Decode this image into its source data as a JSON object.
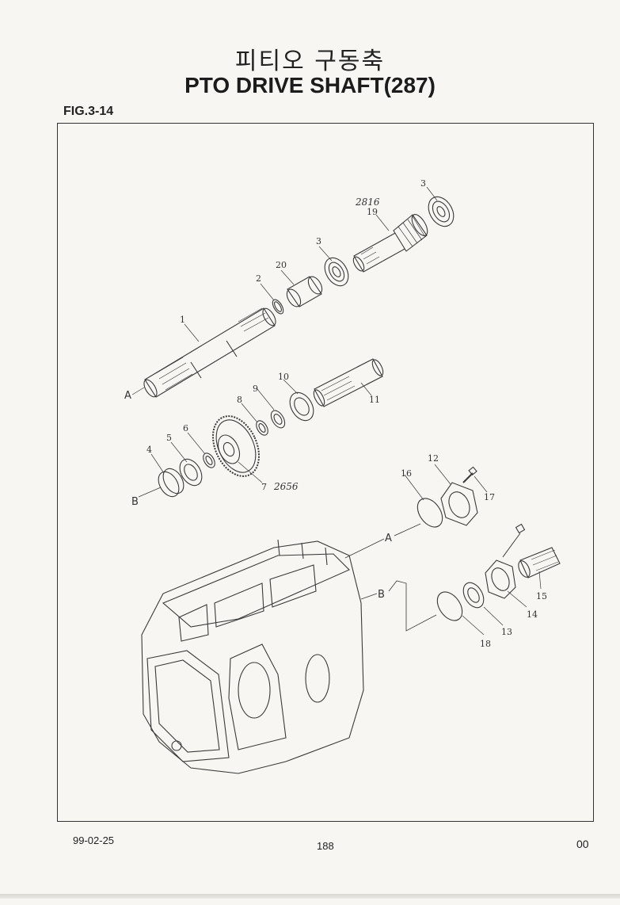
{
  "header": {
    "title_ko": "피티오 구동축",
    "title_en": "PTO DRIVE SHAFT(287)",
    "fig_label": "FIG.3-14"
  },
  "diagram": {
    "part_labels": {
      "p1": "1",
      "p2": "2",
      "p3a": "3",
      "p3b": "3",
      "p4": "4",
      "p5": "5",
      "p6": "6",
      "p7": "7",
      "p8": "8",
      "p9": "9",
      "p10": "10",
      "p11": "11",
      "p12": "12",
      "p13": "13",
      "p14": "14",
      "p15": "15",
      "p16": "16",
      "p17": "17",
      "p18": "18",
      "p19": "19",
      "p20": "20"
    },
    "ref_labels": {
      "a1": "A",
      "a2": "A",
      "b1": "B",
      "b2": "B"
    },
    "handwritten": {
      "h1": "2816",
      "h2": "2656"
    }
  },
  "footer": {
    "date": "99-02-25",
    "page": "188",
    "rev": "00"
  }
}
